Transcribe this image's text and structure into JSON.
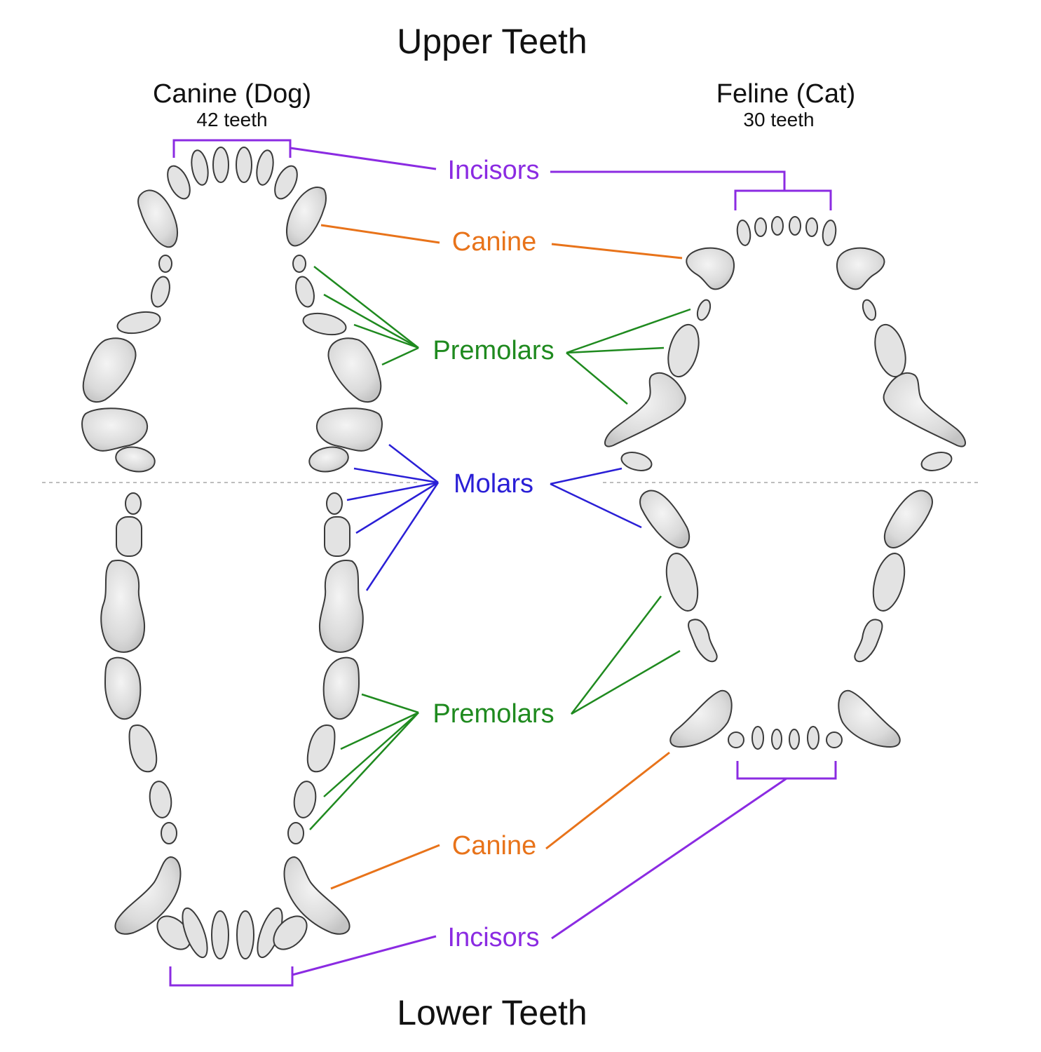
{
  "titles": {
    "upper": "Upper Teeth",
    "lower": "Lower Teeth"
  },
  "dog": {
    "name": "Canine (Dog)",
    "count": "42 teeth"
  },
  "cat": {
    "name": "Feline (Cat)",
    "count": "30 teeth"
  },
  "labels": {
    "incisors_upper": "Incisors",
    "canine_upper": "Canine",
    "premolars_upper": "Premolars",
    "molars": "Molars",
    "premolars_lower": "Premolars",
    "canine_lower": "Canine",
    "incisors_lower": "Incisors"
  },
  "colors": {
    "incisors": "#8b2be2",
    "canine": "#e8731a",
    "premolars": "#1f8a1f",
    "molars": "#2a1fd6",
    "tooth_fill": "#e3e3e3",
    "tooth_outline": "#3a3a3a"
  }
}
